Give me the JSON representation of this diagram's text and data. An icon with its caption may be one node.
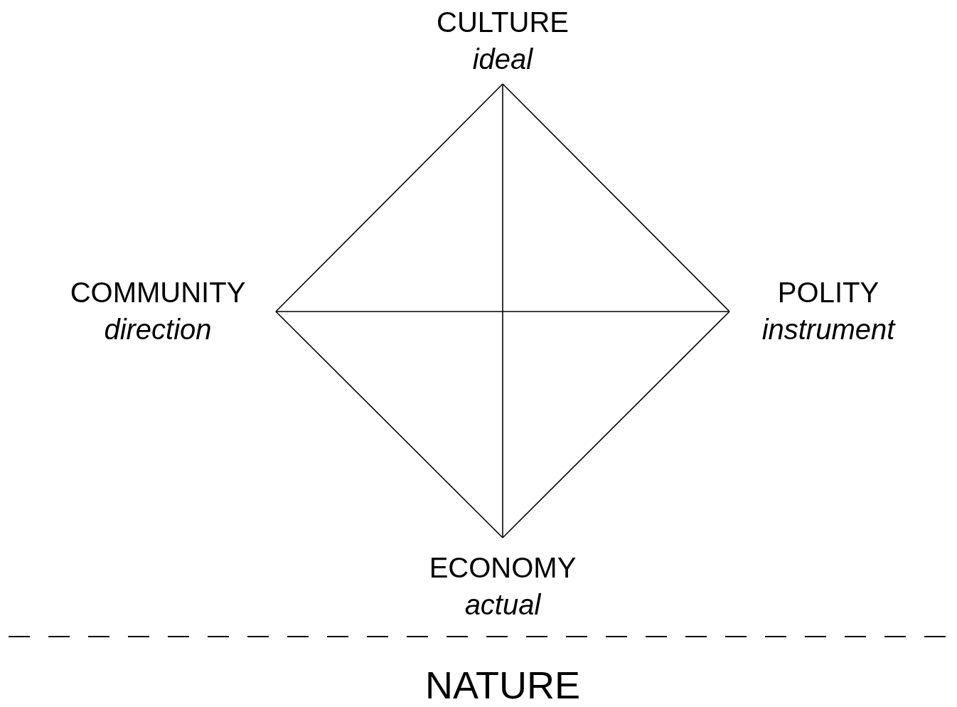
{
  "diagram": {
    "nodes": [
      {
        "text": [
          "CULTURE",
          "ideal"
        ]
      },
      {
        "text": [
          "COMMUNITY",
          "direction"
        ]
      },
      {
        "text": [
          "POLITY",
          "instrument"
        ]
      },
      {
        "text": [
          "ECONOMY",
          "actual"
        ]
      }
    ],
    "edges": [
      {
        "from": 0,
        "to": 2,
        "arrow": "none"
      },
      {
        "from": 2,
        "to": 3,
        "arrow": "none"
      },
      {
        "from": 3,
        "to": 1,
        "arrow": "none"
      },
      {
        "from": 1,
        "to": 0,
        "arrow": "none"
      },
      {
        "from": 0,
        "to": 3,
        "arrow": "none"
      },
      {
        "from": 1,
        "to": 2,
        "arrow": "none"
      }
    ],
    "labels": [
      "NATURE"
    ]
  }
}
